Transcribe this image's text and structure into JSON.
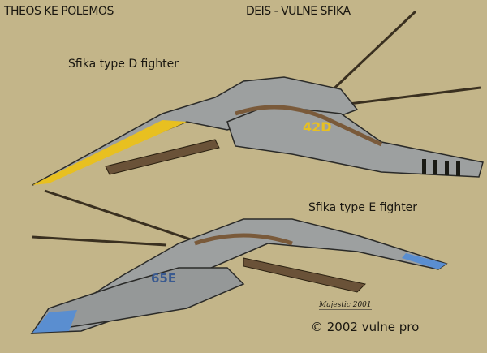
{
  "header": {
    "left_title": "THEOS KE POLEMOS",
    "right_title": "DEIS - VULNE SFIKA"
  },
  "labels": {
    "fighter_d": "Sfika type D fighter",
    "fighter_e": "Sfika type E fighter"
  },
  "markings": {
    "fighter_d_number": "42D",
    "fighter_e_number": "65E"
  },
  "signature": "Majestic 2001",
  "copyright": "© 2002 vulne pro",
  "colors": {
    "background": "#c3b589",
    "hull": "#9da0a0",
    "accent_d": "#e8c020",
    "accent_e": "#5a8ed0",
    "trim": "#7a5a3a"
  }
}
